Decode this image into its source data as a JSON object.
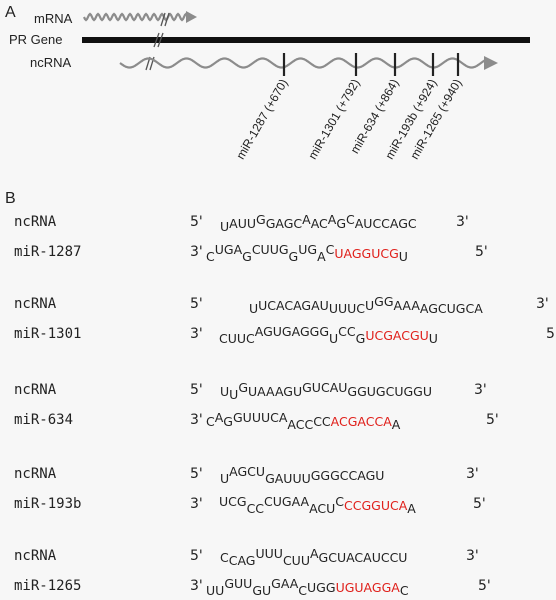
{
  "panel_a": {
    "label": "A",
    "mrna_label": "mRNA",
    "gene_label": "PR Gene",
    "ncrna_label": "ncRNA",
    "mirna_sites": [
      "miR-1287 (+670)",
      "miR-1301 (+792)",
      "miR-634 (+864)",
      "miR-193b (+924)",
      "miR-1265 (+940)"
    ],
    "colors": {
      "wave": "#8c8c8c",
      "gene": "#111111",
      "tick": "#222222"
    }
  },
  "panel_b": {
    "label": "B",
    "highlight_color": "#e0201b",
    "pairs": [
      {
        "ncrna_name": "ncRNA",
        "ncrna_p5": "5'",
        "ncrna_p3": "3'",
        "ncrna_seq": [
          [
            "U",
            "sub"
          ],
          [
            "AUU",
            "n"
          ],
          [
            "G",
            "sup"
          ],
          [
            "GAGC",
            "n"
          ],
          [
            "A",
            "sup"
          ],
          [
            "AC",
            "n"
          ],
          [
            "A",
            "sup"
          ],
          [
            "G",
            "n"
          ],
          [
            "C",
            "sup"
          ],
          [
            "AUCCAGC",
            "n"
          ]
        ],
        "mir_name": "miR-1287",
        "mir_p3": "3'",
        "mir_p5": "5'",
        "mir_seq": [
          [
            "C",
            "sub"
          ],
          [
            "UGA",
            "sup"
          ],
          [
            "G",
            "sub"
          ],
          [
            "CUUG",
            "sup"
          ],
          [
            "G",
            "sub"
          ],
          [
            "UG",
            "sup"
          ],
          [
            "A",
            "sub"
          ],
          [
            "C",
            "sup"
          ],
          [
            "UAGGUCG",
            "red"
          ],
          [
            "U",
            "sub"
          ]
        ]
      },
      {
        "ncrna_name": "ncRNA",
        "ncrna_p5": "5'",
        "ncrna_p3": "3'",
        "ncrna_seq": [
          [
            "U",
            "sub"
          ],
          [
            "UCAC",
            "n"
          ],
          [
            "AGAU",
            "n"
          ],
          [
            "UUUC",
            "sub"
          ],
          [
            "U",
            "n"
          ],
          [
            "GG",
            "sup"
          ],
          [
            "AAA",
            "n"
          ],
          [
            "AGCUGCA",
            "sub"
          ]
        ],
        "mir_name": "miR-1301",
        "mir_p3": "3'",
        "mir_p5": "5'",
        "mir_seq": [
          [
            "CUUC",
            "sub"
          ],
          [
            "AGUG",
            "sup"
          ],
          [
            "AGGG",
            "sup"
          ],
          [
            "U",
            "sub"
          ],
          [
            "CC",
            "sup"
          ],
          [
            "G",
            "sub"
          ],
          [
            "UCGACGU",
            "red"
          ],
          [
            "U",
            "sub"
          ]
        ]
      },
      {
        "ncrna_name": "ncRNA",
        "ncrna_p5": "5'",
        "ncrna_p3": "3'",
        "ncrna_seq": [
          [
            "U",
            "n"
          ],
          [
            "U",
            "sub"
          ],
          [
            "G",
            "sup"
          ],
          [
            "UAAAGU",
            "n"
          ],
          [
            "GUCAU",
            "sup"
          ],
          [
            "GGUGCUGGU",
            "n"
          ]
        ],
        "mir_name": "miR-634",
        "mir_p3": "3'",
        "mir_p5": "5'",
        "mir_seq": [
          [
            "C",
            "n"
          ],
          [
            "A",
            "sup"
          ],
          [
            "G",
            "n"
          ],
          [
            "GUUUCA",
            "sup"
          ],
          [
            "ACC",
            "sub"
          ],
          [
            "CC",
            "n"
          ],
          [
            "ACGACCA",
            "red"
          ],
          [
            "A",
            "sub"
          ]
        ]
      },
      {
        "ncrna_name": "ncRNA",
        "ncrna_p5": "5'",
        "ncrna_p3": "3'",
        "ncrna_seq": [
          [
            "U",
            "sub"
          ],
          [
            "AGC",
            "sup"
          ],
          [
            "U",
            "sup"
          ],
          [
            "GAUUU",
            "sub"
          ],
          [
            "GGGCCAGU",
            "n"
          ]
        ],
        "mir_name": "miR-193b",
        "mir_p3": "3'",
        "mir_p5": "5'",
        "mir_seq": [
          [
            "UCG",
            "sup"
          ],
          [
            "CC",
            "sub"
          ],
          [
            "CUGAA",
            "sup"
          ],
          [
            "ACU",
            "sub"
          ],
          [
            "C",
            "sup"
          ],
          [
            "CCGGUCA",
            "red"
          ],
          [
            "A",
            "sub"
          ]
        ]
      },
      {
        "ncrna_name": "ncRNA",
        "ncrna_p5": "5'",
        "ncrna_p3": "3'",
        "ncrna_seq": [
          [
            "C",
            "n"
          ],
          [
            "CAG",
            "sub"
          ],
          [
            "UUU",
            "sup"
          ],
          [
            "CUU",
            "sub"
          ],
          [
            "A",
            "sup"
          ],
          [
            "GCUACAUCCU",
            "n"
          ]
        ],
        "mir_name": "miR-1265",
        "mir_p3": "3'",
        "mir_p5": "5'",
        "mir_seq": [
          [
            "UU",
            "sub"
          ],
          [
            "GUU",
            "sup"
          ],
          [
            "GU",
            "sub"
          ],
          [
            "GAA",
            "sup"
          ],
          [
            "C",
            "sub"
          ],
          [
            "UGG",
            "n"
          ],
          [
            "UGUAGGA",
            "red"
          ],
          [
            "C",
            "sub"
          ]
        ]
      }
    ]
  }
}
